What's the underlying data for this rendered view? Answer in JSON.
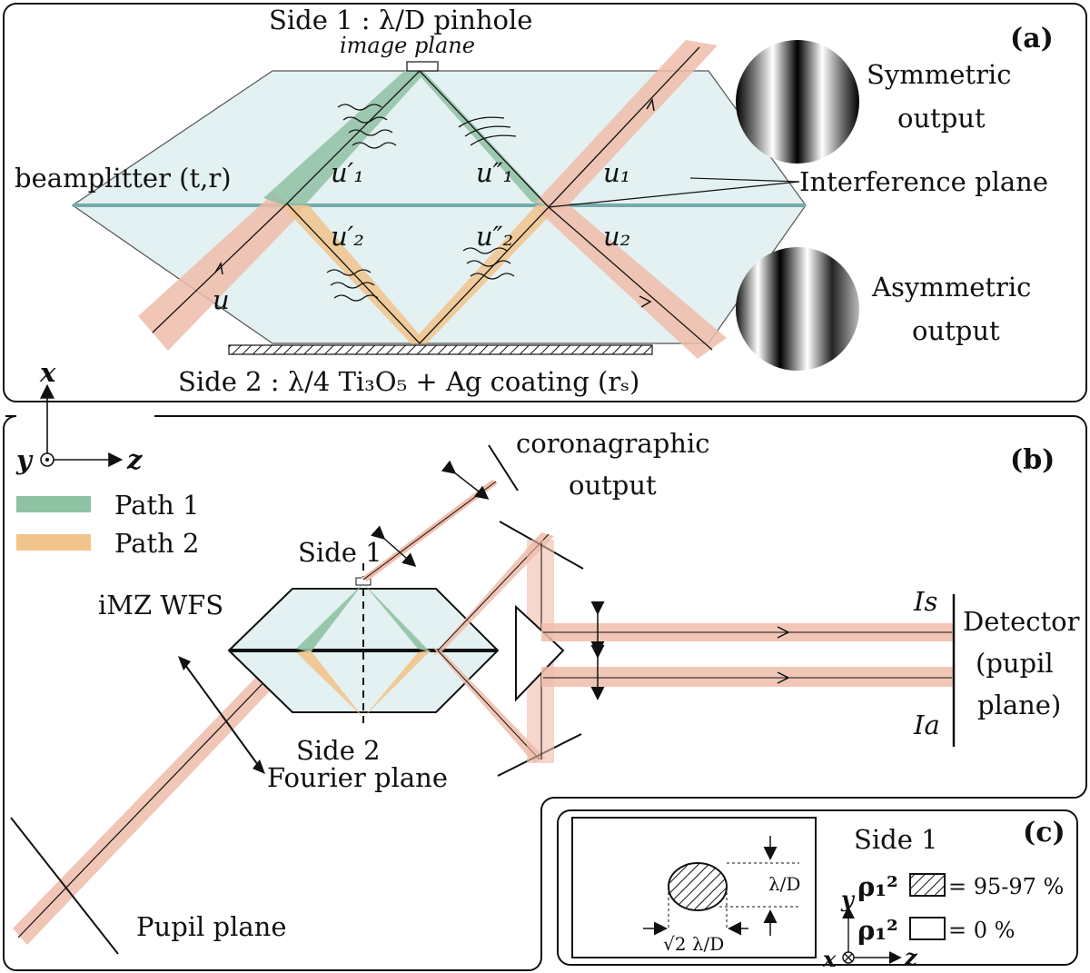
{
  "panel_a": {
    "id": "(a)",
    "side1_label": "Side 1 : λ/D pinhole",
    "image_plane": "image plane",
    "beamsplitter": "beamplitter (t,r)",
    "symmetric_1": "Symmetric",
    "symmetric_2": "output",
    "interference_plane": "Interference plane",
    "asymmetric_1": "Asymmetric",
    "asymmetric_2": "output",
    "side2_label": "Side 2 : λ/4 Ti₃O₅ + Ag coating (rₛ)",
    "u1p": "u′₁",
    "u1pp": "u″₁",
    "u2p": "u′₂",
    "u2pp": "u″₂",
    "u1": "u₁",
    "u2": "u₂",
    "u": "u"
  },
  "axes_a": {
    "x": "x",
    "y": "y",
    "z": "z"
  },
  "panel_b": {
    "id": "(b)",
    "legend_path1": "Path 1",
    "legend_path2": "Path 2",
    "coronagraphic_1": "coronagraphic",
    "coronagraphic_2": "output",
    "side1": "Side 1",
    "imz": "iMZ WFS",
    "side2": "Side 2",
    "fourier": "Fourier plane",
    "pupil": "Pupil plane",
    "is": "Is",
    "ia": "Ia",
    "detector_1": "Detector",
    "detector_2": "(pupil",
    "detector_3": "plane)"
  },
  "panel_c": {
    "id": "(c)",
    "side1": "Side 1",
    "lambda_d": "λ/D",
    "sqrt2": "√2 λ/D",
    "rho_label": "ρ₁²",
    "eq_hatched": "= 95-97 %",
    "eq_empty": "= 0 %",
    "axis_y": "y",
    "axis_x": "x",
    "axis_z": "z"
  },
  "colors": {
    "path1": "#8fc1a3",
    "path2": "#f1c48c",
    "beam": "#f0bcaa",
    "glass": "#e3f1f2"
  }
}
